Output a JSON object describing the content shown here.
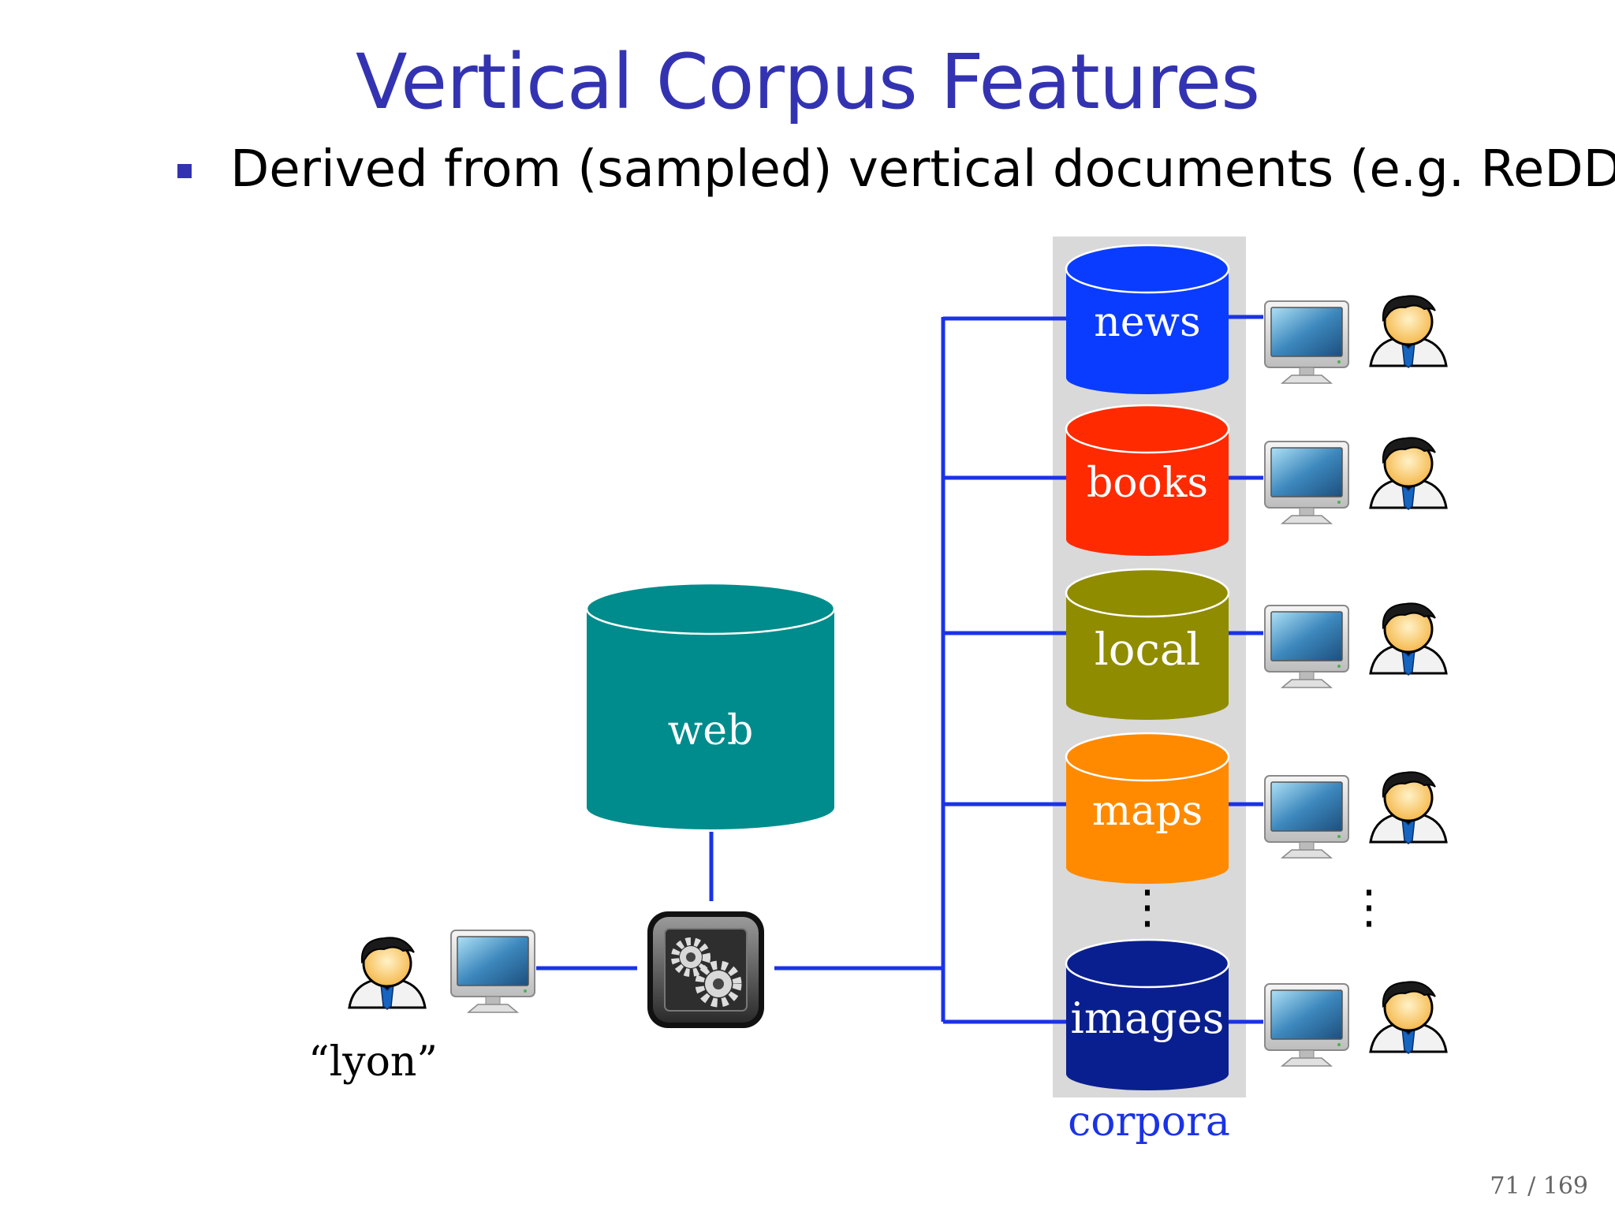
{
  "title": "Vertical Corpus Features",
  "bullet": "Derived from (sampled) vertical documents (e.g. ReDDE)",
  "diagram": {
    "central_db": "web",
    "query": "“lyon”",
    "verticals": [
      {
        "label": "news",
        "color": "#0a3cff"
      },
      {
        "label": "books",
        "color": "#ff2a00"
      },
      {
        "label": "local",
        "color": "#8f8c00"
      },
      {
        "label": "maps",
        "color": "#ff8a00"
      },
      {
        "label": "images",
        "color": "#0a1f8f"
      }
    ],
    "web_color": "#008c8c",
    "line_color": "#1a33e6",
    "corpora_label": "corpora",
    "ellipsis": "⋮",
    "icons": [
      "user-icon",
      "computer-icon",
      "gears-icon"
    ]
  },
  "page_number": "71 / 169"
}
